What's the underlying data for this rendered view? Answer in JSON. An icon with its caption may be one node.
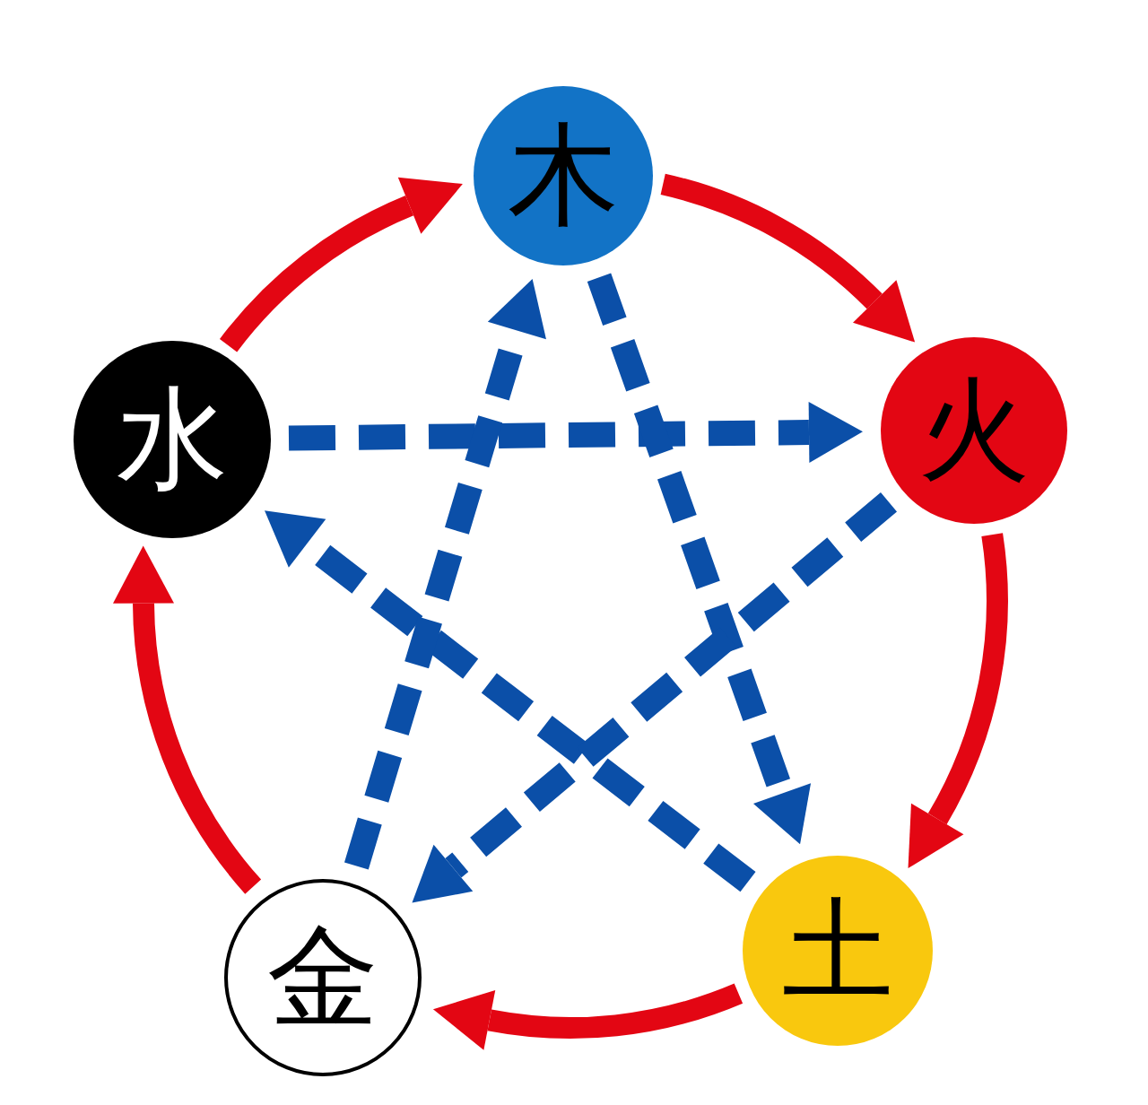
{
  "diagram": {
    "nodes": [
      {
        "text": [
          "木"
        ]
      },
      {
        "text": [
          "火"
        ]
      },
      {
        "text": [
          "土"
        ]
      },
      {
        "text": [
          "金"
        ]
      },
      {
        "text": [
          "水"
        ]
      }
    ],
    "edges": [
      {
        "from": 0,
        "to": 1,
        "arrow": "to"
      },
      {
        "from": 1,
        "to": 2,
        "arrow": "to"
      },
      {
        "from": 2,
        "to": 3,
        "arrow": "to"
      },
      {
        "from": 3,
        "to": 4,
        "arrow": "to"
      },
      {
        "from": 4,
        "to": 0,
        "arrow": "to"
      },
      {
        "from": 4,
        "to": 1,
        "arrow": "to",
        "style": "dashed",
        "color": "#0b4fa8"
      },
      {
        "from": 0,
        "to": 2,
        "arrow": "to",
        "style": "dashed",
        "color": "#0b4fa8"
      },
      {
        "from": 2,
        "to": 4,
        "arrow": "to",
        "style": "dashed",
        "color": "#0b4fa8"
      },
      {
        "from": 1,
        "to": 3,
        "arrow": "to",
        "style": "dashed",
        "color": "#0b4fa8"
      },
      {
        "from": 3,
        "to": 0,
        "arrow": "to",
        "style": "dashed",
        "color": "#0b4fa8"
      }
    ]
  }
}
